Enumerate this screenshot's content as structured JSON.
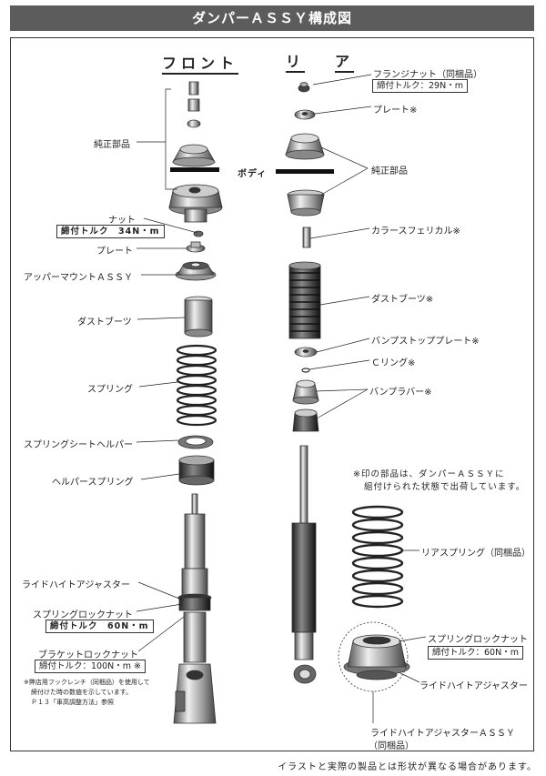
{
  "title": "ダンパーＡＳＳＹ構成図",
  "headers": {
    "front": "フロント",
    "rear_1": "リ",
    "rear_2": "ア"
  },
  "body_label": "ボディ",
  "front": {
    "genuine_parts": "純正部品",
    "nut": "ナット",
    "nut_torque": "締付トルク　34N・m",
    "plate": "プレート",
    "upper_mount": "アッパーマウントＡＳＳＹ",
    "dust_boot": "ダストブーツ",
    "spring": "スプリング",
    "spring_seat_helper": "スプリングシートヘルパー",
    "helper_spring": "ヘルパースプリング",
    "ride_height_adjuster": "ライドハイトアジャスター",
    "spring_lock_nut": "スプリングロックナット",
    "spring_lock_torque": "締付トルク　60N・m",
    "bracket_lock_nut": "ブラケットロックナット",
    "bracket_torque": "締付トルク：100N・m ※",
    "small_note": [
      "※弊店用フックレンチ（同梱品）を使用して",
      "締付けた時の数値を示しています。",
      "Ｐ１３「車高調整方法」参照"
    ]
  },
  "rear": {
    "flange_nut": "フランジナット（同梱品）",
    "flange_torque": "締付トルク：29N・m",
    "plate": "プレート※",
    "genuine_parts": "純正部品",
    "collar": "カラースフェリカル※",
    "dust_boot": "ダストブーツ※",
    "bump_stop_plate": "バンプストッププレート※",
    "c_ring": "Ｃリング※",
    "bump_rubber": "バンプラバー※",
    "note": [
      "※印の部品は、ダンパーＡＳＳＹに",
      "組付けられた状態で出荷しています。"
    ],
    "rear_spring": "リアスプリング（同梱品）",
    "spring_lock_nut": "スプリングロックナット",
    "spring_lock_torque": "締付トルク：60N・m",
    "ride_height_adjuster": "ライドハイトアジャスター",
    "rha_assy": "ライドハイトアジャスターＡＳＳＹ",
    "rha_assy_sub": "（同梱品）"
  },
  "footer": "イラストと実際の製品とは形状が異なる場合があります。"
}
